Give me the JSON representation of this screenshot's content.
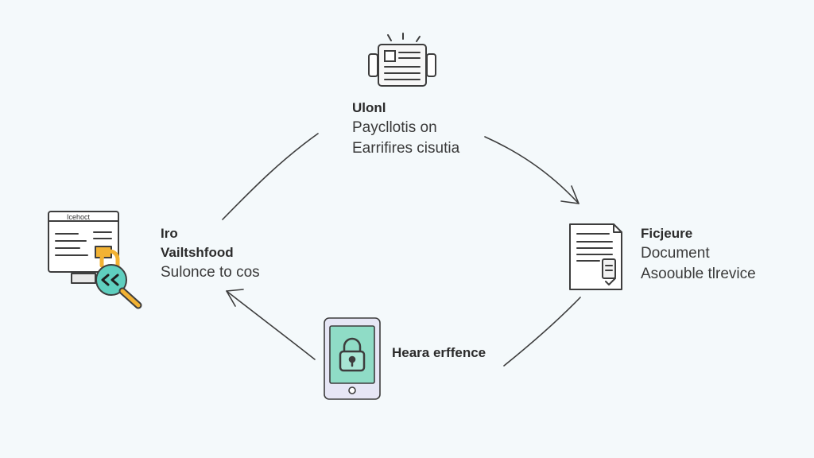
{
  "nodes": {
    "top": {
      "icon": "printer-icon",
      "title": "Ulonl",
      "lines": [
        "Paycllotis on",
        "Earrifires cisutia"
      ]
    },
    "left": {
      "icon": "computer-lock-search-icon",
      "screen_label": "Icehoct",
      "title_lines": [
        "Iro",
        "Vailtshfood"
      ],
      "line": "Sulonce to cos"
    },
    "right": {
      "icon": "document-icon",
      "title": "Ficjeure",
      "lines": [
        "Document",
        "Asoouble tlrevice"
      ]
    },
    "bottom": {
      "icon": "phone-lock-icon",
      "title": "Heara erffence"
    }
  },
  "colors": {
    "background": "#f4f9fb",
    "stroke": "#3d3d3d",
    "teal": "#5fcfbf",
    "gold": "#f2b233",
    "phone_body": "#e6e6f5",
    "phone_screen": "#8fdcc6"
  }
}
